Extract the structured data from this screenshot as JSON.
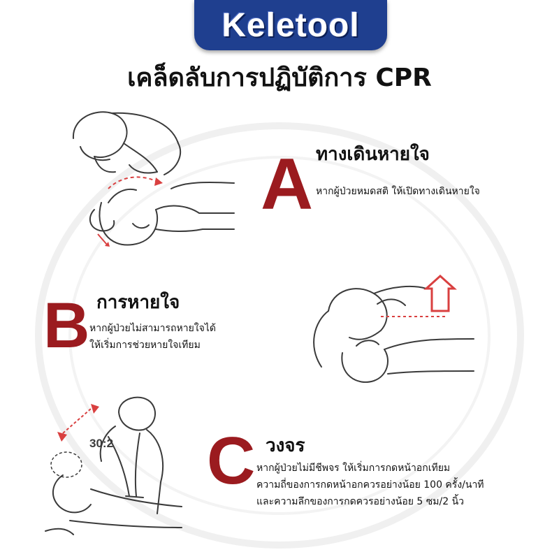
{
  "brand": {
    "name": "Keletool",
    "color": "#1f3f8f"
  },
  "title": "เคล็ดลับการปฏิบัติการ CPR",
  "accent_color": "#9b1b1f",
  "sections": [
    {
      "letter": "A",
      "title": "ทางเดินหายใจ",
      "lines": [
        "หากผู้ป่วยหมดสติ ให้เปิดทางเดินหายใจ"
      ],
      "illustration": "open-airway-illustration"
    },
    {
      "letter": "B",
      "title": "การหายใจ",
      "lines": [
        "หากผู้ป่วยไม่สามารถหายใจได้",
        "ให้เริ่มการช่วยหายใจเทียม"
      ],
      "illustration": "rescue-breathing-illustration"
    },
    {
      "letter": "C",
      "title": "วงจร",
      "lines": [
        "หากผู้ป่วยไม่มีชีพจร ให้เริ่มการกดหน้าอกเทียม",
        "ความถี่ของการกดหน้าอกควรอย่างน้อย 100 ครั้ง/นาที",
        "และความลึกของการกดควรอย่างน้อย 5 ซม/2 นิ้ว"
      ],
      "illustration": "chest-compression-illustration",
      "ratio_label": "30:2"
    }
  ]
}
